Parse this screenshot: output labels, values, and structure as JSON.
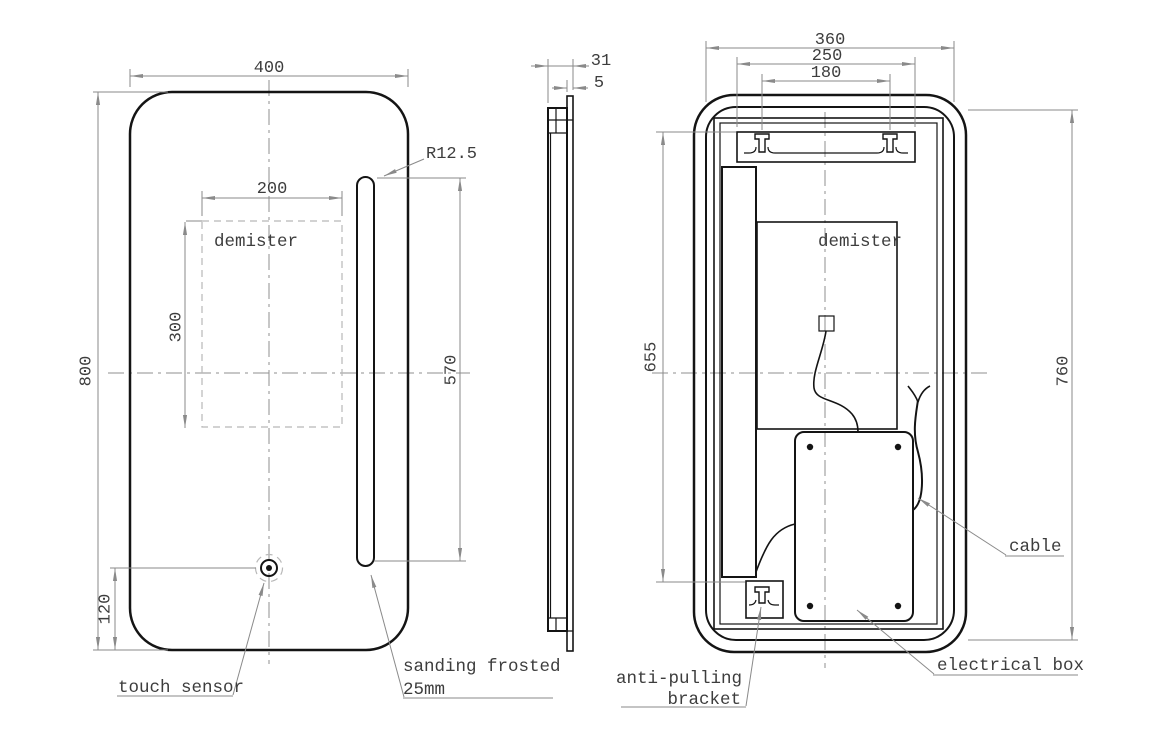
{
  "front_view": {
    "dim_width": "400",
    "dim_height": "800",
    "demister_width": "200",
    "demister_height": "300",
    "strip_height": "570",
    "sensor_offset": "120",
    "corner_radius": "R12.5",
    "demister_label": "demister",
    "touch_sensor_label": "touch sensor",
    "frosted_label_line1": "sanding frosted",
    "frosted_label_line2": "25mm"
  },
  "side_view": {
    "dim_depth": "31",
    "dim_glass": "5"
  },
  "back_view": {
    "dim_width": "360",
    "dim_bracket_width": "250",
    "dim_hanger_spacing": "180",
    "dim_strip_span": "655",
    "dim_height": "760",
    "demister_label": "demister",
    "cable_label": "cable",
    "electrical_box_label": "electrical box",
    "bracket_label_line1": "anti-pulling",
    "bracket_label_line2": "bracket"
  },
  "colors": {
    "line": "#141414",
    "dim": "#8a8a8a",
    "text": "#3d3d3d",
    "background": "#ffffff"
  }
}
